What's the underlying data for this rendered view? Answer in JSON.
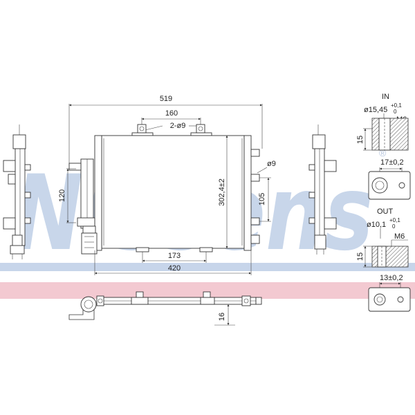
{
  "watermark": {
    "brand": "Nissens",
    "reg_mark": "®"
  },
  "band_colors": {
    "blue": "#c7d5ea",
    "pink": "#f3c9d1"
  },
  "front_view": {
    "width_total": "519",
    "bracket_spacing": "160",
    "bracket_holes": "2-ø9",
    "side_height": "120",
    "core_height": "302,4±2",
    "right_height": "105",
    "hole_dia": "ø9",
    "bottom_spacing": "173",
    "core_width": "420"
  },
  "top_view": {
    "thickness": "16"
  },
  "inlet": {
    "label": "IN",
    "diameter": "ø15,45",
    "tol_plus": "+0,1",
    "tol_zero": "0",
    "thread": "M6",
    "height": "15",
    "width": "17±0,2"
  },
  "outlet": {
    "label": "OUT",
    "diameter": "ø10,1",
    "tol_plus": "+0,1",
    "tol_zero": "0",
    "thread": "M6",
    "height": "15",
    "width": "13±0,2"
  }
}
